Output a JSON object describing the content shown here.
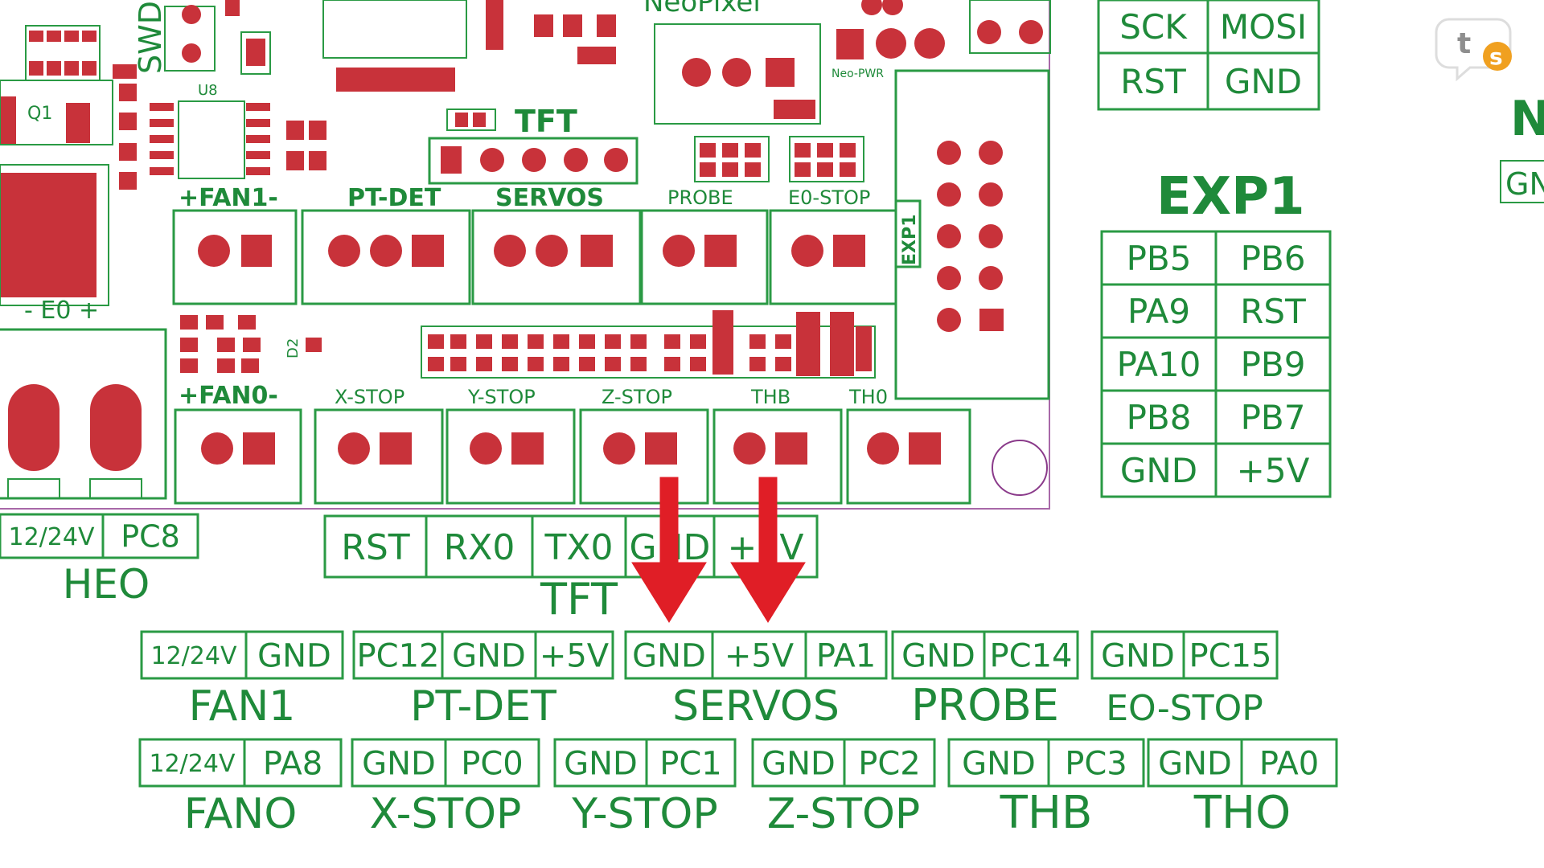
{
  "colors": {
    "trace": "#1f8a3a",
    "pad": "#c8323a",
    "arrow": "#e01e26",
    "outline": "#8a3a8a"
  },
  "board": {
    "chip_labels": [
      "Q1",
      "U8",
      "SWD",
      "D2",
      "EXP1"
    ],
    "top": {
      "neopixel": "NeoPixel",
      "neopixel_small": "Neo-PWR"
    },
    "tft_header": "TFT",
    "fan1_label": "+FAN1-",
    "fan0_label": "+FAN0-",
    "e0_label": "- E0 +",
    "connectors_top": [
      "PT-DET",
      "SERVOS",
      "PROBE",
      "E0-STOP"
    ],
    "connectors_bottom": [
      "X-STOP",
      "Y-STOP",
      "Z-STOP",
      "THB",
      "TH0"
    ]
  },
  "spi": {
    "rows": [
      [
        "SCK",
        "MOSI"
      ],
      [
        "RST",
        "GND"
      ]
    ]
  },
  "n_side": {
    "letter": "N",
    "cell": "GN"
  },
  "exp1": {
    "title": "EXP1",
    "rows": [
      [
        "PB5",
        "PB6"
      ],
      [
        "PA9",
        "RST"
      ],
      [
        "PA10",
        "PB9"
      ],
      [
        "PB8",
        "PB7"
      ],
      [
        "GND",
        "+5V"
      ]
    ]
  },
  "heo": {
    "cells": [
      "12/24V",
      "PC8"
    ],
    "label": "HEO"
  },
  "tft": {
    "cells": [
      "RST",
      "RX0",
      "TX0",
      "GND",
      "+5V"
    ],
    "label": "TFT"
  },
  "row1": [
    {
      "cells": [
        "12/24V",
        "GND"
      ],
      "label": "FAN1"
    },
    {
      "cells": [
        "PC12",
        "GND",
        "+5V"
      ],
      "label": "PT-DET"
    },
    {
      "cells": [
        "GND",
        "+5V",
        "PA1"
      ],
      "label": "SERVOS"
    },
    {
      "cells": [
        "GND",
        "PC14"
      ],
      "label": "PROBE"
    },
    {
      "cells": [
        "GND",
        "PC15"
      ],
      "label": "EO-STOP"
    }
  ],
  "row2": [
    {
      "cells": [
        "12/24V",
        "PA8"
      ],
      "label": "FANO"
    },
    {
      "cells": [
        "GND",
        "PC0"
      ],
      "label": "X-STOP"
    },
    {
      "cells": [
        "GND",
        "PC1"
      ],
      "label": "Y-STOP"
    },
    {
      "cells": [
        "GND",
        "PC2"
      ],
      "label": "Z-STOP"
    },
    {
      "cells": [
        "GND",
        "PC3"
      ],
      "label": "THB"
    },
    {
      "cells": [
        "GND",
        "PA0"
      ],
      "label": "THO"
    }
  ],
  "watermark": {
    "letters": [
      "t",
      "s"
    ]
  }
}
